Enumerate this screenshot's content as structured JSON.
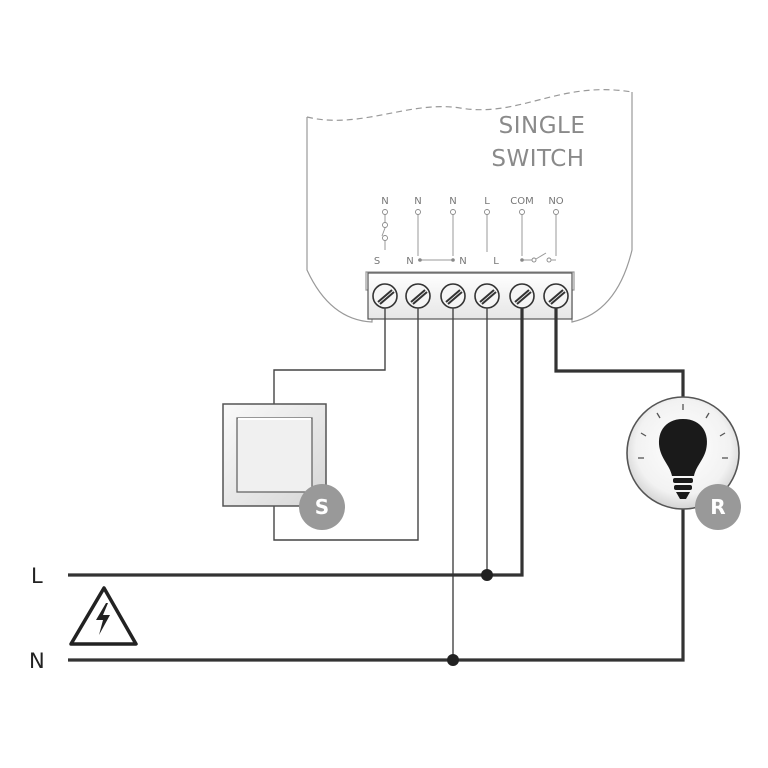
{
  "module": {
    "title_line1": "SINGLE",
    "title_line2": "SWITCH"
  },
  "terminals_top": [
    "N",
    "N",
    "N",
    "L",
    "COM",
    "NO"
  ],
  "terminals_bottom": [
    "S",
    "N",
    "N",
    "L"
  ],
  "lines": {
    "live": "L",
    "neutral": "N"
  },
  "switch_badge": "S",
  "lamp_badge": "R",
  "icons": [
    "switch-icon",
    "bulb-icon",
    "warning-icon",
    "screw-terminal-icon"
  ]
}
